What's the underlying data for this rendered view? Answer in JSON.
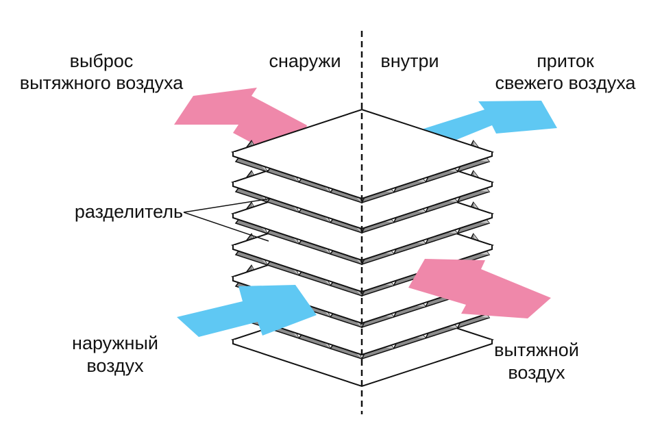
{
  "labels": {
    "exhaust_out_line1": "выброс",
    "exhaust_out_line2": "вытяжного воздуха",
    "outside": "снаружи",
    "inside": "внутри",
    "supply_line1": "приток",
    "supply_line2": "свежего воздуха",
    "divider": "разделитель",
    "outdoor_line1": "наружный",
    "outdoor_line2": "воздух",
    "exhaust_in_line1": "вытяжной",
    "exhaust_in_line2": "воздух"
  },
  "colors": {
    "pink_arrow": "#ef88aa",
    "blue_arrow": "#5fc8f3",
    "corrugation_dark": "#8c8c8c",
    "corrugation_light": "#c8c8c8",
    "outline": "#111111"
  }
}
